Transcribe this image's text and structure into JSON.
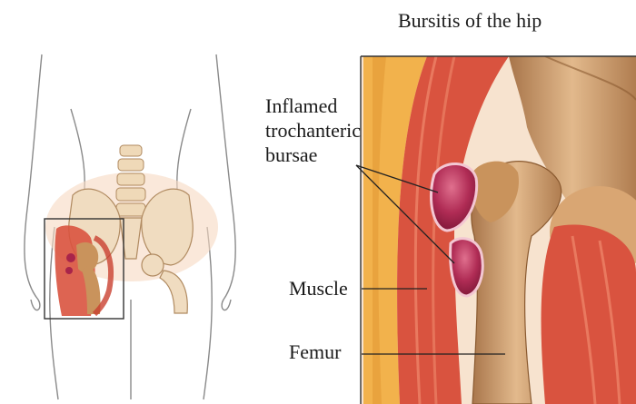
{
  "title": "Bursitis of the hip",
  "labels": {
    "bursae": [
      "Inflamed",
      "trochanteric",
      "bursae"
    ],
    "muscle": "Muscle",
    "femur": "Femur"
  },
  "colors": {
    "muscle": "#d9533f",
    "muscle_light": "#ef8a6d",
    "fat": "#f2b24c",
    "bone": "#c9935c",
    "bone_light": "#e8c49a",
    "bursa": "#a8244a",
    "bursa_highlight": "#e0708e",
    "outline": "#555555"
  },
  "icons": [
    "body-outline-figure",
    "spine-icon",
    "pelvis-icon",
    "zoom-box-icon"
  ]
}
